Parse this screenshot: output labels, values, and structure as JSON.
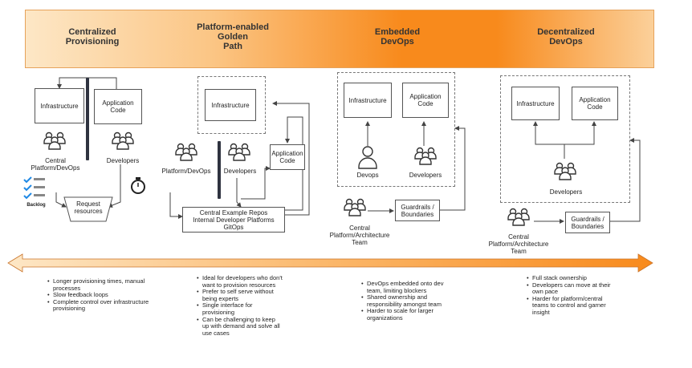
{
  "phases": [
    {
      "title": "Centralized\nProvisioning"
    },
    {
      "title": "Platform-enabled\nGolden\nPath"
    },
    {
      "title": "Embedded\nDevOps"
    },
    {
      "title": "Decentralized\nDevOps"
    }
  ],
  "centralized": {
    "infrastructure": "Infrastructure",
    "app_code": "Application\nCode",
    "central_team": "Central\nPlatform/DevOps",
    "developers": "Developers",
    "request": "Request\nresources",
    "backlog": "Backlog"
  },
  "golden_path": {
    "infrastructure": "Infrastructure",
    "app_code": "Application\nCode",
    "platform_team": "Platform/DevOps",
    "developers": "Developers",
    "repos": "Central Example Repos\nInternal Developer Platforms\nGitOps"
  },
  "embedded": {
    "infrastructure": "Infrastructure",
    "app_code": "Application\nCode",
    "devops": "Devops",
    "developers": "Developers",
    "guardrails": "Guardrails /\nBoundaries",
    "central_team": "Central\nPlatform/Architecture\nTeam"
  },
  "decentralized": {
    "infrastructure": "Infrastructure",
    "app_code": "Application\nCode",
    "developers": "Developers",
    "guardrails": "Guardrails /\nBoundaries",
    "central_team": "Central\nPlatform/Architecture\nTeam"
  },
  "notes": [
    [
      "Longer provisioning times, manual processes",
      "Slow feedback loops",
      "Complete control over infrastructure provisioning"
    ],
    [
      "Ideal for developers who don't want to provision resources",
      "Prefer to self serve without being experts",
      "Single interface for provisioning",
      "Can be challenging to keep up with demand and solve all use cases"
    ],
    [
      "DevOps embedded onto dev team, limiting blockers",
      "Shared ownership and responsibility amongst team",
      "Harder to scale for larger organizations"
    ],
    [
      "Full stack ownership",
      "Developers can move at their own pace",
      "Harder for platform/central teams to control and garner insight"
    ]
  ],
  "colors": {
    "orange": "#f88a1c",
    "light_orange": "#fde7c6",
    "dark_bar": "#2f3340",
    "check_blue": "#1e88e5"
  }
}
